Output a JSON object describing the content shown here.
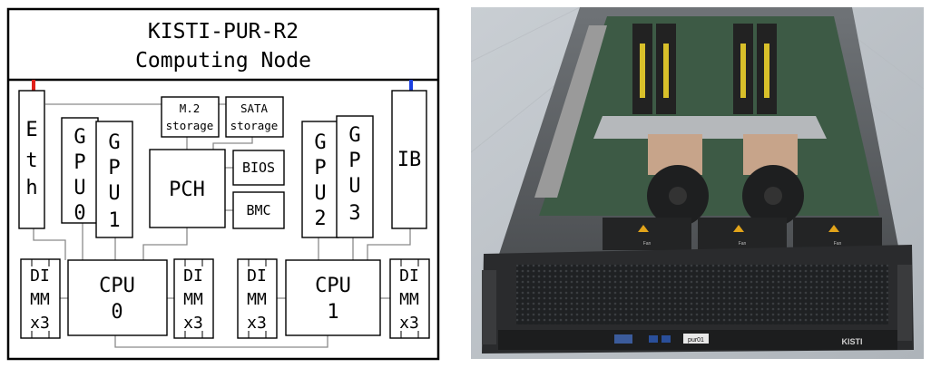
{
  "diagram": {
    "title_line1": "KISTI-PUR-R2",
    "title_line2": "Computing Node",
    "eth": [
      "E",
      "t",
      "h"
    ],
    "gpu0": [
      "G",
      "P",
      "U",
      "0"
    ],
    "gpu1": [
      "G",
      "P",
      "U",
      "1"
    ],
    "gpu2": [
      "G",
      "P",
      "U",
      "2"
    ],
    "gpu3": [
      "G",
      "P",
      "U",
      "3"
    ],
    "ib": "IB",
    "m2": [
      "M.2",
      "storage"
    ],
    "sata": [
      "SATA",
      "storage"
    ],
    "pch": "PCH",
    "bios": "BIOS",
    "bmc": "BMC",
    "cpu0": [
      "CPU",
      "0"
    ],
    "cpu1": [
      "CPU",
      "1"
    ],
    "dimm": [
      "DI",
      "MM",
      "x3"
    ],
    "colors": {
      "eth_port": "#e0201a",
      "ib_port": "#1a3fe0",
      "wire": "#8a8a8a"
    }
  },
  "photo": {
    "fan_label": "Fan",
    "asset_tag": "pur01",
    "brand": "KISTI"
  }
}
